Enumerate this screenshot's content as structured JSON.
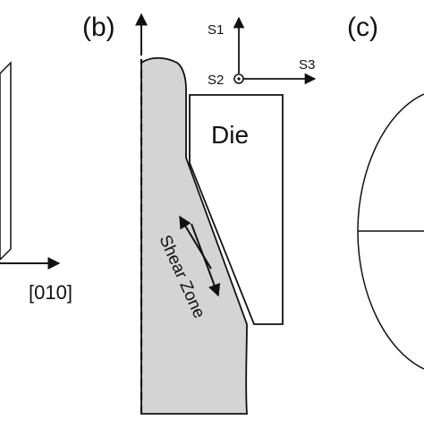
{
  "panels": {
    "a": {
      "axis_label": "[010]"
    },
    "b": {
      "label": "(b)",
      "die_label": "Die",
      "shear_label": "Shear Zone",
      "axes": {
        "s1": "S1",
        "s2": "S2",
        "s3": "S3"
      }
    },
    "c": {
      "label": "(c)"
    }
  },
  "colors": {
    "workpiece_fill": "#d4d4d4",
    "stroke": "#111111",
    "background": "#ffffff"
  }
}
